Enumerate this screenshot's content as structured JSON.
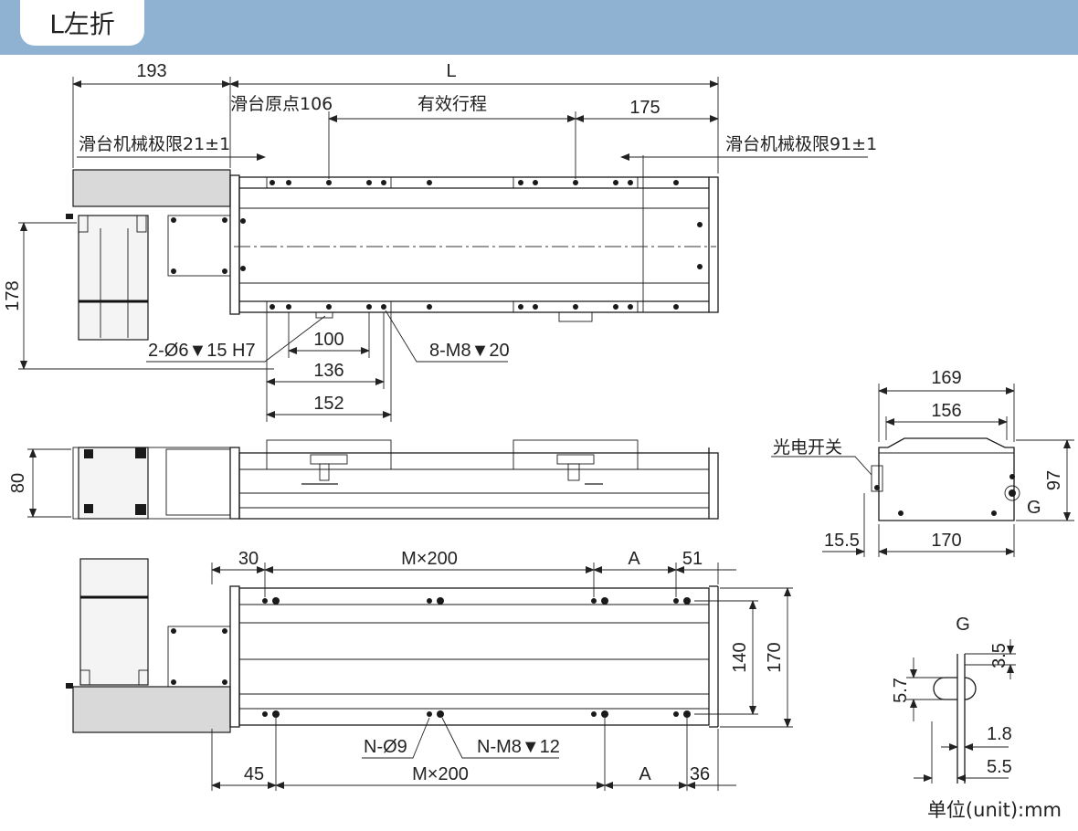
{
  "header": {
    "title": "L左折",
    "color": "#8fb2d3"
  },
  "top_view": {
    "dim_193": "193",
    "dim_L": "L",
    "slider_origin": "滑台原点106",
    "effective_stroke": "有效行程",
    "dim_175": "175",
    "mech_limit_left": "滑台机械极限21±1",
    "mech_limit_right": "滑台机械极限91±1",
    "dim_178": "178",
    "dowel_hole": "2-Ø6▼15 H7",
    "dim_100": "100",
    "dim_136": "136",
    "dim_152": "152",
    "tap_hole": "8-M8▼20"
  },
  "side_view": {
    "dim_80": "80"
  },
  "end_view": {
    "dim_169": "169",
    "dim_156": "156",
    "photo_switch": "光电开关",
    "dim_97": "97",
    "detail_ref": "G",
    "dim_15_5": "15.5",
    "dim_170": "170"
  },
  "bottom_view": {
    "dim_30": "30",
    "m200_top": "M×200",
    "a_top": "A",
    "dim_51": "51",
    "dim_140": "140",
    "dim_170": "170",
    "n_hole": "N-Ø9",
    "n_tap": "N-M8▼12",
    "dim_45": "45",
    "m200_bottom": "M×200",
    "a_bottom": "A",
    "dim_36": "36"
  },
  "detail_g": {
    "title": "G",
    "dim_3_5": "3.5",
    "dim_5_7": "5.7",
    "dim_1_8": "1.8",
    "dim_5_5": "5.5"
  },
  "unit_note": "单位(unit):mm"
}
